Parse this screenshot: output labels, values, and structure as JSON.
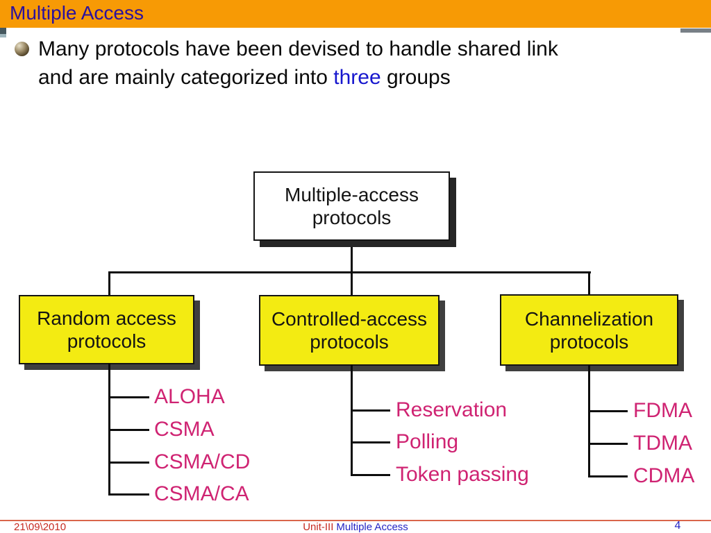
{
  "title_bar": {
    "title": "Multiple Access"
  },
  "bullet": {
    "line1": "Many protocols have been devised to handle shared link",
    "line2_prefix": "and are mainly categorized into ",
    "line2_highlight": "three",
    "line2_suffix": " groups"
  },
  "diagram": {
    "root": {
      "line1": "Multiple-access",
      "line2": "protocols"
    },
    "branches": [
      {
        "line1": "Random access",
        "line2": "protocols",
        "children": [
          "ALOHA",
          "CSMA",
          "CSMA/CD",
          "CSMA/CA"
        ]
      },
      {
        "line1": "Controlled-access",
        "line2": "protocols",
        "children": [
          "Reservation",
          "Polling",
          "Token passing"
        ]
      },
      {
        "line1": "Channelization",
        "line2": "protocols",
        "children": [
          "FDMA",
          "TDMA",
          "CDMA"
        ]
      }
    ]
  },
  "footer": {
    "date": "21\\09\\2010",
    "unit": "Unit-III",
    "course": "Multiple Access",
    "page_number": "4"
  },
  "colors": {
    "title_bar_bg": "#F79A05",
    "title_text": "#2B119E",
    "highlight_blue": "#1717CE",
    "leaf_text": "#CF2372",
    "box_yellow": "#F3EB12",
    "connector": "#0D0D0D",
    "footer_red": "#C62A21",
    "footer_blue": "#2424C4",
    "footer_line": "#D9664A"
  }
}
